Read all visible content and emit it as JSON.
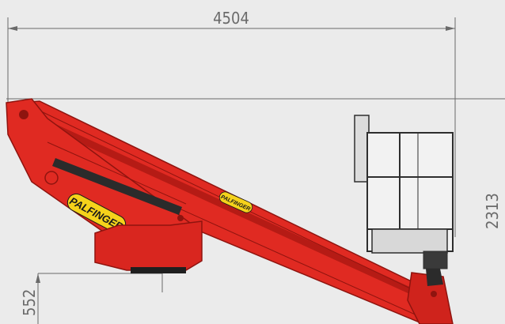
{
  "dimensions": {
    "horizontal_reach": "4504",
    "vertical_height": "2313",
    "base_height": "552"
  },
  "labels": {
    "brand_main": "PALFINGER",
    "brand_upper": "PALFINGER"
  },
  "colors": {
    "background": "#ebebeb",
    "boom_red": "#e02a22",
    "boom_dark": "#b51b15",
    "boom_shadow": "#8f140f",
    "label_yellow": "#f5d21b",
    "line_gray": "#5a5a5a"
  }
}
